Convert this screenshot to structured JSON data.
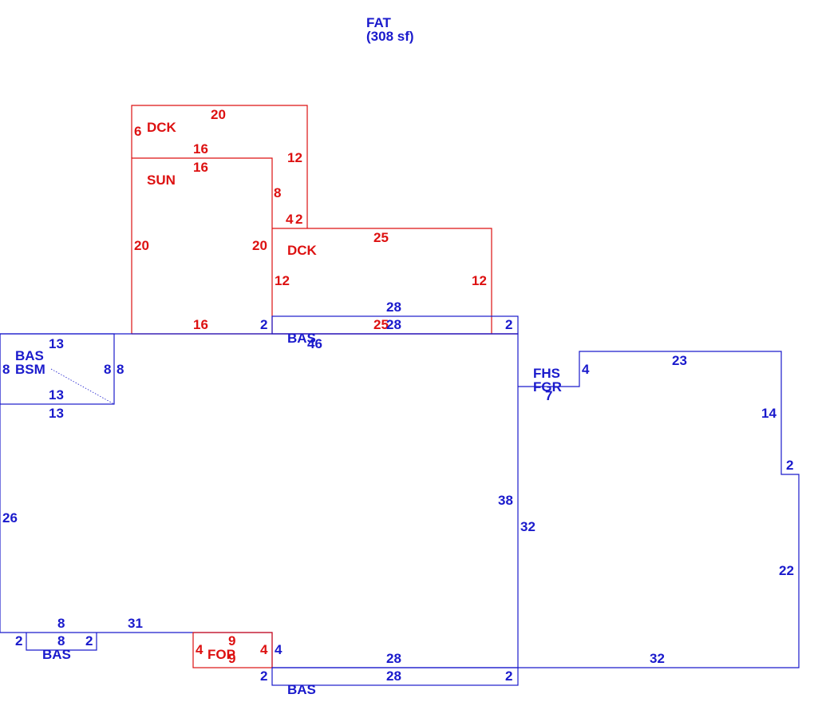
{
  "header": {
    "area_code": "FAT",
    "area_total": "(308 sf)"
  },
  "colors": {
    "living_area": "#1a1acc",
    "exterior_feature": "#dd1111"
  },
  "areas": {
    "deck_upper": {
      "code": "DCK",
      "dims": [
        "20",
        "6",
        "16",
        "12"
      ]
    },
    "sunroom": {
      "code": "SUN",
      "dims": [
        "16",
        "20",
        "20",
        "8",
        "16",
        "4",
        "2"
      ]
    },
    "deck_lower": {
      "code": "DCK",
      "dims": [
        "25",
        "12",
        "12",
        "25"
      ]
    },
    "base_strip_top": {
      "code": "BAS",
      "dims": [
        "28",
        "28",
        "2",
        "2",
        "46"
      ]
    },
    "basement": {
      "labels": [
        "BAS",
        "BSM"
      ],
      "dims": [
        "13",
        "8",
        "8",
        "8",
        "13",
        "13"
      ]
    },
    "main": {
      "dims": [
        "26",
        "38",
        "31"
      ]
    },
    "garage": {
      "labels": [
        "FHS",
        "FGR"
      ],
      "dims": [
        "4",
        "23",
        "7",
        "14",
        "2",
        "32",
        "22",
        "32"
      ]
    },
    "bay_small": {
      "code": "BAS",
      "dims": [
        "8",
        "2",
        "8",
        "2"
      ]
    },
    "porch": {
      "code": "FOP",
      "dims": [
        "9",
        "9",
        "4",
        "4",
        "4"
      ]
    },
    "base_strip_bottom": {
      "code": "BAS",
      "dims": [
        "28",
        "28",
        "2",
        "2"
      ]
    }
  }
}
